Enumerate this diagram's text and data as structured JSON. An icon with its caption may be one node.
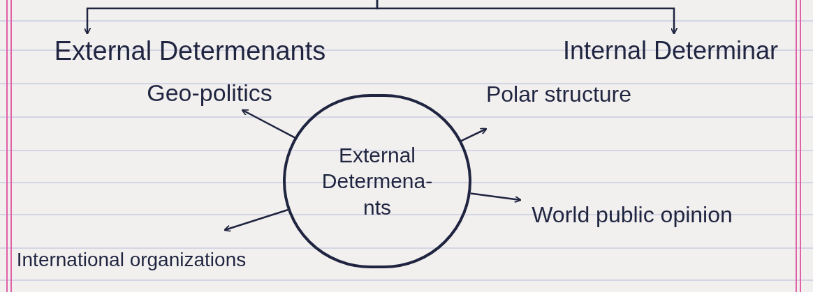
{
  "diagram": {
    "nodes": [
      {
        "text": [
          "External Determenants"
        ]
      },
      {
        "text": [
          "Internal Determinar"
        ]
      },
      {
        "text": [
          "External Determena- nts"
        ]
      },
      {
        "text": [
          "Geo-politics"
        ]
      },
      {
        "text": [
          "Polar structure"
        ]
      },
      {
        "text": [
          "World public opinion"
        ]
      },
      {
        "text": [
          "International organizations"
        ]
      }
    ],
    "edges": [
      {
        "from": null,
        "to": 0,
        "arrow": "to"
      },
      {
        "from": null,
        "to": 1,
        "arrow": "to"
      },
      {
        "from": 2,
        "to": 3,
        "arrow": "to"
      },
      {
        "from": 2,
        "to": 4,
        "arrow": "to"
      },
      {
        "from": 2,
        "to": 5,
        "arrow": "to"
      },
      {
        "from": 2,
        "to": 6,
        "arrow": "to"
      }
    ]
  }
}
